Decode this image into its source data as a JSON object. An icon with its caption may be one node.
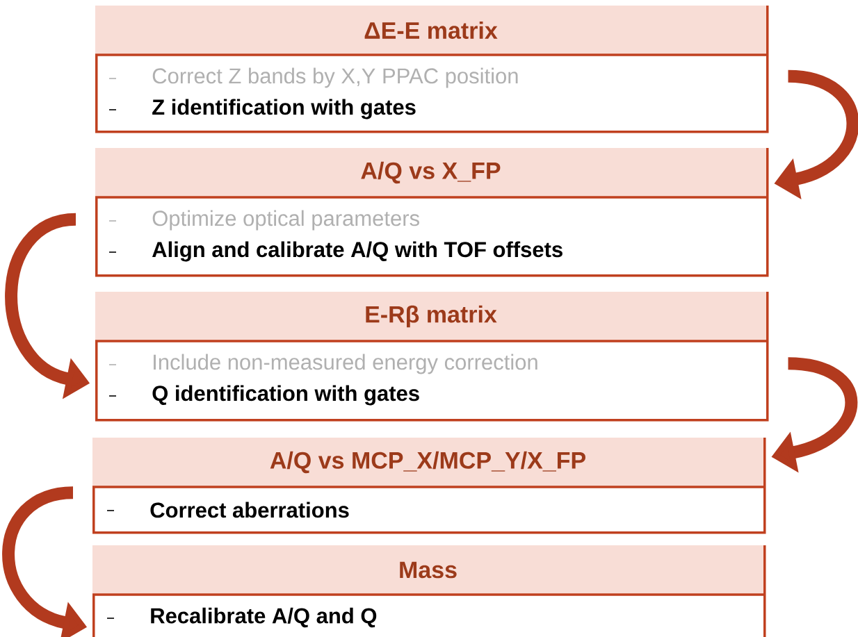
{
  "diagram": {
    "nodes": [
      {
        "text": [
          "ΔE-E matrix",
          "Correct Z bands by X,Y PPAC position",
          "Z identification with gates"
        ]
      },
      {
        "text": [
          "A/Q vs X_FP",
          "Optimize optical parameters",
          "Align and calibrate A/Q with TOF offsets"
        ]
      },
      {
        "text": [
          "E-Rβ matrix",
          "Include non-measured energy correction",
          "Q identification with gates"
        ]
      },
      {
        "text": [
          "A/Q vs MCP_X/MCP_Y/X_FP",
          "Correct aberrations"
        ]
      },
      {
        "text": [
          "Mass",
          "Recalibrate A/Q and Q"
        ]
      }
    ],
    "edges": [
      {
        "from": 0,
        "to": 1,
        "arrow": "to"
      },
      {
        "from": 1,
        "to": 2,
        "arrow": "to"
      },
      {
        "from": 2,
        "to": 3,
        "arrow": "to"
      },
      {
        "from": 3,
        "to": 4,
        "arrow": "to"
      }
    ]
  }
}
